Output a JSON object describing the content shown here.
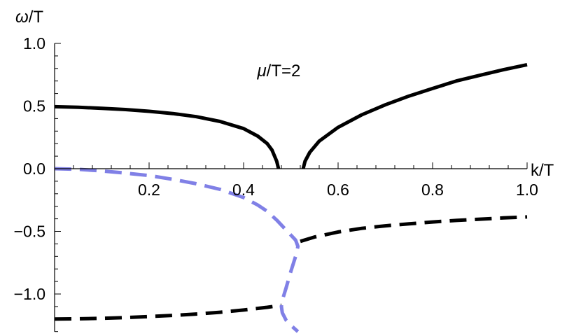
{
  "chart_data": {
    "type": "line",
    "title": "",
    "xlabel": "k/T",
    "ylabel_prefix": "ω",
    "ylabel_suffix": "/T",
    "annotation": {
      "prefix": "μ",
      "suffix": "/T=2",
      "x": 0.5,
      "y": 0.75
    },
    "xlim": [
      0.0,
      1.0
    ],
    "ylim": [
      -1.3,
      1.0
    ],
    "x_ticks": [
      0.2,
      0.4,
      0.6,
      0.8,
      1.0
    ],
    "x_tick_labels": [
      "0.2",
      "0.4",
      "0.6",
      "0.8",
      "1.0"
    ],
    "y_ticks": [
      1.0,
      0.5,
      0.0,
      -0.5,
      -1.0
    ],
    "y_tick_labels": [
      "1.0",
      "0.5",
      "0.0",
      "−0.5",
      "−1.0"
    ],
    "grid": false,
    "colors": {
      "solid": "#000000",
      "dashed_black": "#000000",
      "dashed_blue": "#8080e6"
    },
    "series": [
      {
        "style": "solid",
        "color": "#000000",
        "points": [
          [
            0.0,
            0.495
          ],
          [
            0.05,
            0.49
          ],
          [
            0.1,
            0.482
          ],
          [
            0.15,
            0.472
          ],
          [
            0.2,
            0.458
          ],
          [
            0.25,
            0.44
          ],
          [
            0.3,
            0.415
          ],
          [
            0.35,
            0.377
          ],
          [
            0.4,
            0.32
          ],
          [
            0.43,
            0.26
          ],
          [
            0.45,
            0.2
          ],
          [
            0.46,
            0.15
          ],
          [
            0.47,
            0.06
          ],
          [
            0.474,
            0.0
          ]
        ]
      },
      {
        "style": "solid",
        "color": "#000000",
        "points": [
          [
            0.526,
            0.0
          ],
          [
            0.53,
            0.06
          ],
          [
            0.54,
            0.13
          ],
          [
            0.56,
            0.22
          ],
          [
            0.6,
            0.33
          ],
          [
            0.65,
            0.43
          ],
          [
            0.7,
            0.51
          ],
          [
            0.75,
            0.58
          ],
          [
            0.8,
            0.64
          ],
          [
            0.85,
            0.7
          ],
          [
            0.9,
            0.745
          ],
          [
            0.95,
            0.79
          ],
          [
            1.0,
            0.83
          ]
        ]
      },
      {
        "style": "dashed",
        "color": "#000000",
        "points": [
          [
            0.0,
            -1.2
          ],
          [
            0.05,
            -1.198
          ],
          [
            0.1,
            -1.194
          ],
          [
            0.15,
            -1.188
          ],
          [
            0.2,
            -1.18
          ],
          [
            0.25,
            -1.171
          ],
          [
            0.3,
            -1.16
          ],
          [
            0.35,
            -1.146
          ],
          [
            0.4,
            -1.128
          ],
          [
            0.45,
            -1.106
          ],
          [
            0.48,
            -1.09
          ]
        ]
      },
      {
        "style": "dashed",
        "color": "#000000",
        "points": [
          [
            0.52,
            -0.58
          ],
          [
            0.55,
            -0.545
          ],
          [
            0.6,
            -0.505
          ],
          [
            0.65,
            -0.476
          ],
          [
            0.7,
            -0.456
          ],
          [
            0.75,
            -0.44
          ],
          [
            0.8,
            -0.425
          ],
          [
            0.85,
            -0.413
          ],
          [
            0.9,
            -0.403
          ],
          [
            0.95,
            -0.393
          ],
          [
            1.0,
            -0.385
          ]
        ]
      },
      {
        "style": "dashed",
        "color": "#8080e6",
        "points": [
          [
            0.0,
            0.0
          ],
          [
            0.05,
            -0.005
          ],
          [
            0.1,
            -0.018
          ],
          [
            0.15,
            -0.035
          ],
          [
            0.2,
            -0.055
          ],
          [
            0.25,
            -0.085
          ],
          [
            0.3,
            -0.12
          ],
          [
            0.35,
            -0.165
          ],
          [
            0.4,
            -0.23
          ],
          [
            0.43,
            -0.29
          ],
          [
            0.45,
            -0.34
          ],
          [
            0.47,
            -0.41
          ],
          [
            0.49,
            -0.49
          ],
          [
            0.51,
            -0.57
          ],
          [
            0.515,
            -0.62
          ],
          [
            0.51,
            -0.7
          ],
          [
            0.5,
            -0.82
          ],
          [
            0.49,
            -0.95
          ],
          [
            0.482,
            -1.05
          ],
          [
            0.48,
            -1.1
          ],
          [
            0.482,
            -1.15
          ],
          [
            0.49,
            -1.21
          ],
          [
            0.5,
            -1.25
          ],
          [
            0.515,
            -1.3
          ]
        ]
      }
    ]
  }
}
